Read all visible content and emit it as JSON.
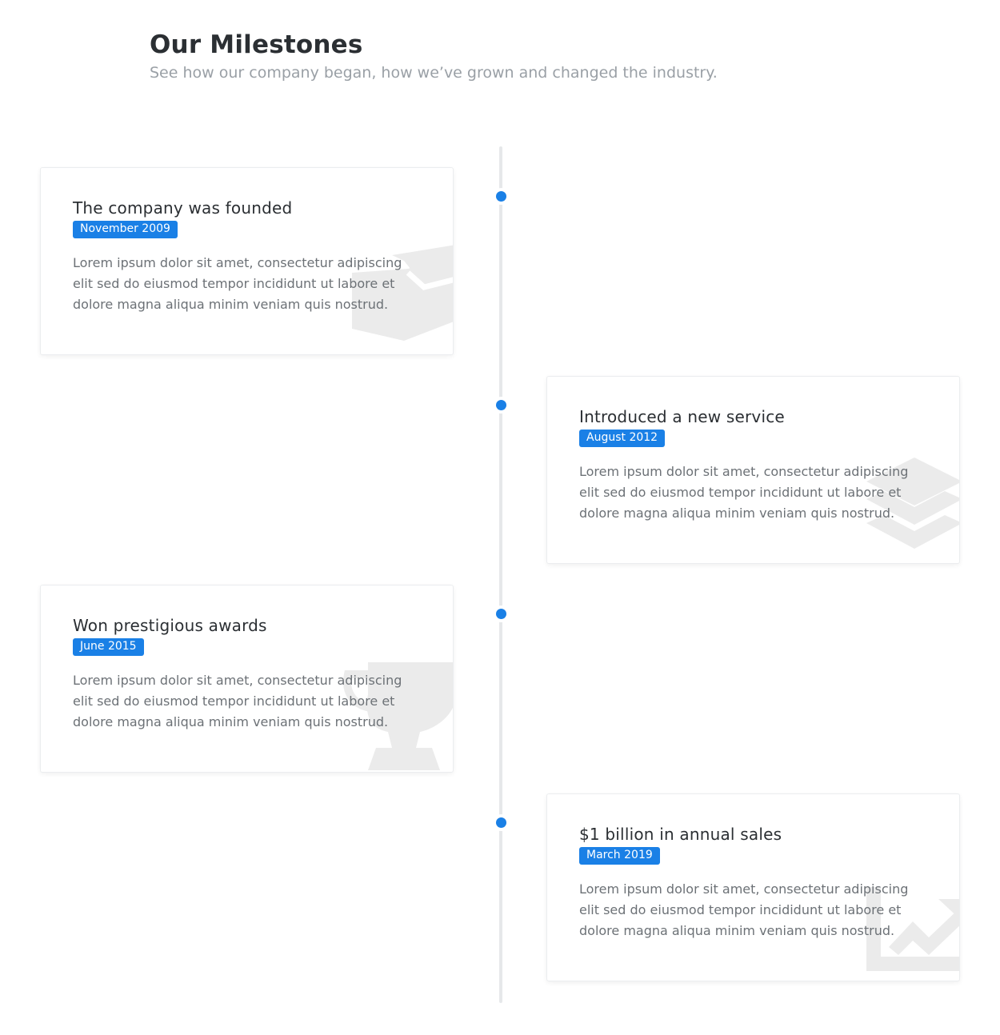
{
  "header": {
    "title": "Our Milestones",
    "subtitle": "See how our company began, how we’ve grown and changed the industry."
  },
  "milestones": [
    {
      "title": "The company was founded",
      "date": "November 2009",
      "text": "Lorem ipsum dolor sit amet, consectetur adipiscing elit sed do eiusmod tempor incididunt ut labore et dolore magna aliqua minim veniam quis nostrud.",
      "icon": "wallet-icon"
    },
    {
      "title": "Introduced a new service",
      "date": "August 2012",
      "text": "Lorem ipsum dolor sit amet, consectetur adipiscing elit sed do eiusmod tempor incididunt ut labore et dolore magna aliqua minim veniam quis nostrud.",
      "icon": "layers-icon"
    },
    {
      "title": "Won prestigious awards",
      "date": "June 2015",
      "text": "Lorem ipsum dolor sit amet, consectetur adipiscing elit sed do eiusmod tempor incididunt ut labore et dolore magna aliqua minim veniam quis nostrud.",
      "icon": "trophy-icon"
    },
    {
      "title": "$1 billion in annual sales",
      "date": "March 2019",
      "text": "Lorem ipsum dolor sit amet, consectetur adipiscing elit sed do eiusmod tempor incididunt ut labore et dolore magna aliqua minim veniam quis nostrud.",
      "icon": "chart-line-icon"
    }
  ],
  "colors": {
    "accent": "#1a80e6",
    "title": "#2b2f33",
    "subtitle": "#9aa0a6",
    "body_text": "#6c7176",
    "timeline": "#e6e8ea",
    "watermark_icon": "#ebebeb"
  }
}
